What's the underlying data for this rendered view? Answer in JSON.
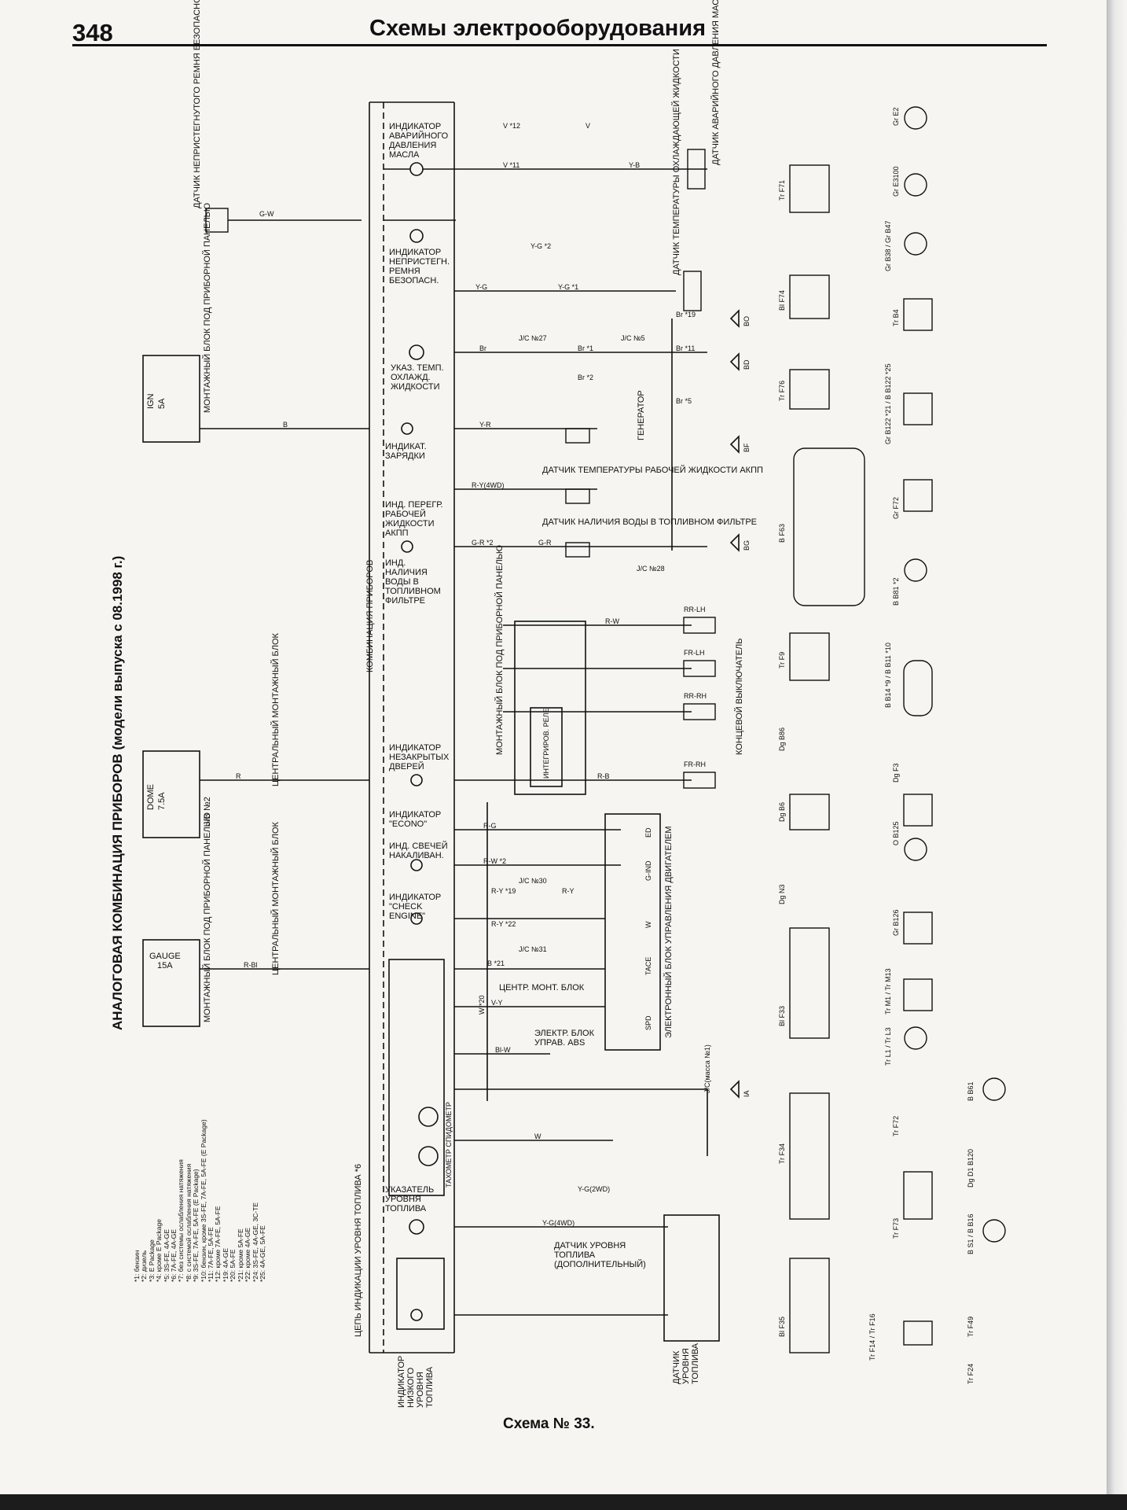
{
  "header": {
    "page_number": "348",
    "title": "Схемы электрооборудования"
  },
  "diagram": {
    "title": "АНАЛОГОВАЯ КОМБИНАЦИЯ ПРИБОРОВ (модели выпуска с 08.1998 г.)",
    "cluster_label": "КОМБИНАЦИЯ ПРИБОРОВ",
    "caption": "Схема № 33.",
    "fuses": [
      {
        "name": "IGN",
        "rating": "5A",
        "block": "МОНТАЖНЫЙ БЛОК ПОД ПРИБОРНОЙ ПАНЕЛЬЮ"
      },
      {
        "name": "DOME",
        "rating": "7.5A",
        "block": "J/B №2"
      },
      {
        "name": "GAUGE",
        "rating": "15A",
        "block": "МОНТАЖНЫЙ БЛОК ПОД ПРИБОРНОЙ ПАНЕЛЬЮ"
      }
    ],
    "central_blocks": [
      "ЦЕНТРАЛЬНЫЙ МОНТАЖНЫЙ БЛОК",
      "ЦЕНТРАЛЬНЫЙ МОНТАЖНЫЙ БЛОК"
    ],
    "indicators": [
      "ИНДИКАТОР АВАРИЙНОГО ДАВЛЕНИЯ МАСЛА",
      "ИНДИКАТОР НЕПРИСТЕГН. РЕМНЯ БЕЗОПАСН.",
      "УКАЗ. ТЕМП. ОХЛАЖД. ЖИДКОСТИ",
      "ИНДИКАТ. ЗАРЯДКИ",
      "ИНД. ПЕРЕГР. РАБОЧЕЙ ЖИДКОСТИ АКПП",
      "ИНД. НАЛИЧИЯ ВОДЫ В ТОПЛИВНОМ ФИЛЬТРЕ",
      "ИНДИКАТОР НЕЗАКРЫТЫХ ДВЕРЕЙ",
      "ИНДИКАТОР \"ECONO\"",
      "ИНД. СВЕЧЕЙ НАКАЛИВАН.",
      "ИНДИКАТОР \"CHECK ENGINE\"",
      "УКАЗАТЕЛЬ УРОВНЯ ТОПЛИВА",
      "ЦЕПЬ ИНДИКАЦИИ УРОВНЯ ТОПЛИВА *6",
      "ИНДИКАТОР НИЗКОГО УРОВНЯ ТОПЛИВА",
      "ТАХОМЕТР СПИДОМЕТР"
    ],
    "sensors": [
      "ДАТЧИК НЕПРИСТЕГНУТОГО РЕМНЯ БЕЗОПАСНОСТИ (ПРАВОГО)",
      "ДАТЧИК АВАРИЙНОГО ДАВЛЕНИЯ МАСЛА",
      "ДАТЧИК ТЕМПЕРАТУРЫ ОХЛАЖДАЮЩЕЙ ЖИДКОСТИ",
      "ГЕНЕРАТОР",
      "ДАТЧИК ТЕМПЕРАТУРЫ РАБОЧЕЙ ЖИДКОСТИ АКПП",
      "ДАТЧИК НАЛИЧИЯ ВОДЫ В ТОПЛИВНОМ ФИЛЬТРЕ",
      "МОНТАЖНЫЙ БЛОК ПОД ПРИБОРНОЙ ПАНЕЛЬЮ",
      "ИНТЕГРИРОВ. РЕЛЕ",
      "КОНЦЕВОЙ ВЫКЛЮЧАТЕЛЬ",
      "ЭЛЕКТРОННЫЙ БЛОК УПРАВЛЕНИЯ ДВИГАТЕЛЕМ",
      "ЦЕНТР. МОНТ. БЛОК",
      "ЭЛЕКТР. БЛОК УПРАВ. ABS",
      "ДАТЧИК УРОВНЯ ТОПЛИВА (ДОПОЛНИТЕЛЬНЫЙ)",
      "ДАТЧИК УРОВНЯ ТОПЛИВА"
    ],
    "door_switches": [
      "RR-LH",
      "FR-LH",
      "RR-RH",
      "FR-RH"
    ],
    "junctions": [
      "J/C №27",
      "J/C №5",
      "J/C №28",
      "J/C №30",
      "J/C №31",
      "J/C(масса №1)"
    ],
    "grounds": [
      "BO",
      "BD",
      "BF",
      "BG",
      "IA"
    ],
    "wire_colors": [
      "V *12",
      "V *11",
      "V",
      "Y-B",
      "G-W",
      "Y-G *2",
      "Y-G",
      "Y-G *1",
      "Br",
      "Br *1",
      "Br *2",
      "Br *5",
      "Br *11",
      "Br *19",
      "B",
      "Y-R",
      "R-Y(4WD)",
      "G-R *2",
      "G-R",
      "R-W",
      "R",
      "R-B",
      "R-G",
      "R-W *2",
      "R-Y *19",
      "R-Y",
      "R-Y *22",
      "R-Bl",
      "B *21",
      "V-Y",
      "Bl-W",
      "W *20",
      "W",
      "Y-G(2WD)",
      "Y-G(4WD)"
    ],
    "ecu_pins": [
      "ED",
      "G-IND",
      "W",
      "TACE",
      "SPD"
    ],
    "connectors": [
      "Tr F71",
      "Bl F74",
      "Tr B4",
      "Tr F76",
      "Gr B122 *21 / B B122 *25",
      "B F63",
      "Gr F72",
      "B B81 *2",
      "Tr F9",
      "B B14 *9 / B B11 *10",
      "Dg B86",
      "Dg F3",
      "Dg B6",
      "O B125",
      "Dg N3",
      "Gr B126",
      "Bl F33",
      "Tr M1 / Tr M13",
      "Tr L1 / Tr L3",
      "B B61",
      "Tr F34",
      "Tr F72",
      "Dg D1 B120",
      "Tr F73",
      "B S1 / B B16",
      "Bl F35",
      "Tr F14 / Tr F16",
      "Tr F49",
      "Tr F24",
      "Gr E2",
      "Gr E3100",
      "Gr B38 / Gr B47"
    ],
    "notes": [
      "*1: бензин",
      "*2: дизель",
      "*3: E Package",
      "*4: кроме E Package",
      "*5: 3S-FE, 4A-GE",
      "*6: 7A-FE, 4A-GE",
      "*7: без системы ослабления натяжения",
      "*8: с системой ослабления натяжения",
      "*9: 3S-FE, 7A-FE, 5A-FE (E Package)",
      "*10: бензин, кроме 3S-FE, 7A-FE, 5A-FE (E Package)",
      "*11: 7A-FE, 5A-FE",
      "*12: кроме 7A-FE, 5A-FE",
      "*19: 4A-GE",
      "*20: 5A-FE",
      "*21: кроме 5A-FE",
      "*22: кроме 4A-GE",
      "*24: 3S-FE, 4A-GE, 3C-TE",
      "*25: 4A-GE, 5A-FE"
    ]
  }
}
